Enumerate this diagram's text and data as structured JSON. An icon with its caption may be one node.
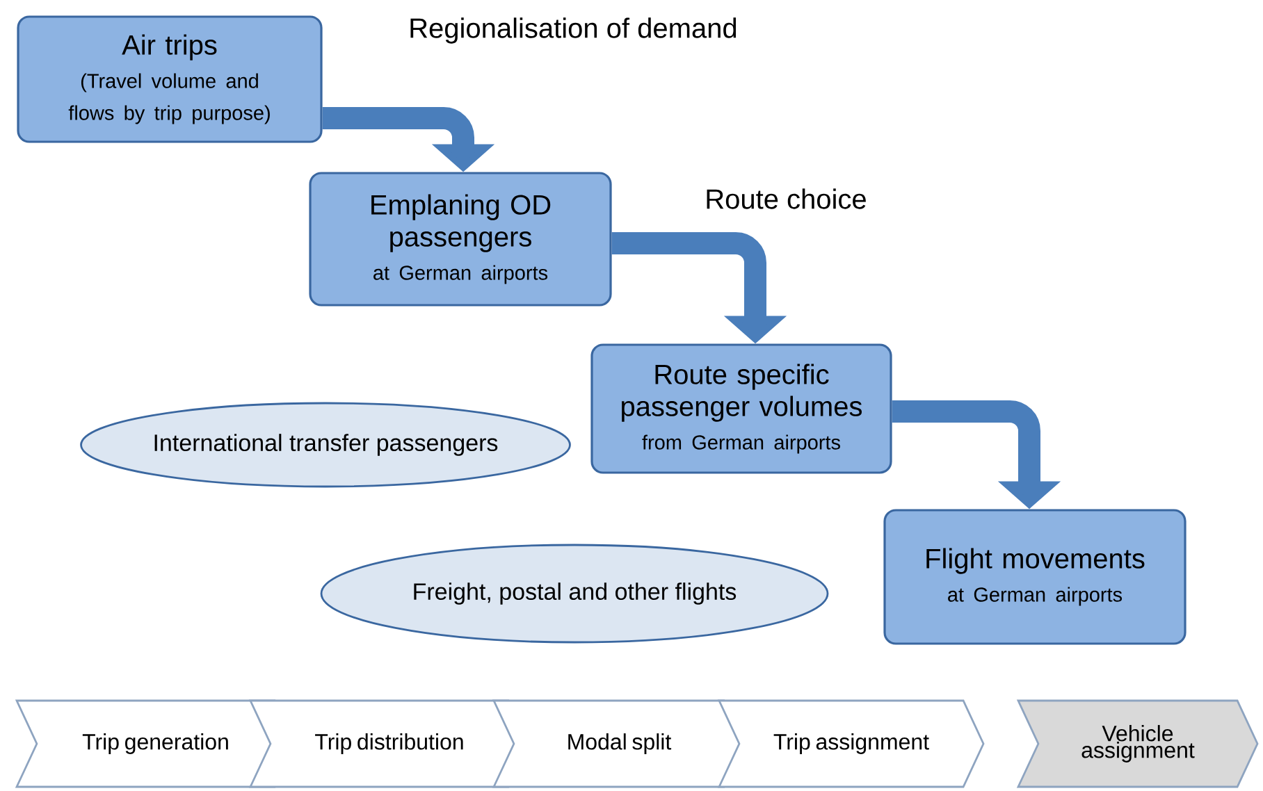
{
  "diagram": {
    "nodes": [
      {
        "text": [
          "Air trips",
          "(Travel volume and flows by trip purpose)"
        ]
      },
      {
        "text": [
          "Emplaning OD passengers",
          "at German airports"
        ]
      },
      {
        "text": [
          "Route specific passenger volumes",
          "from German airports"
        ]
      },
      {
        "text": [
          "Flight movements",
          "at German airports"
        ]
      },
      {
        "text": [
          "International transfer passengers"
        ]
      },
      {
        "text": [
          "Freight, postal and other flights"
        ]
      },
      {
        "text": [
          "Trip generation"
        ]
      },
      {
        "text": [
          "Trip distribution"
        ]
      },
      {
        "text": [
          "Modal split"
        ]
      },
      {
        "text": [
          "Trip assignment"
        ]
      },
      {
        "text": [
          "Vehicle assignment"
        ]
      }
    ],
    "edges": [
      {
        "from": 0,
        "to": 1,
        "arrow": "to",
        "label": "Regionalisation of demand"
      },
      {
        "from": 1,
        "to": 2,
        "arrow": "to",
        "label": "Route choice"
      },
      {
        "from": 2,
        "to": 3,
        "arrow": "to"
      }
    ]
  }
}
